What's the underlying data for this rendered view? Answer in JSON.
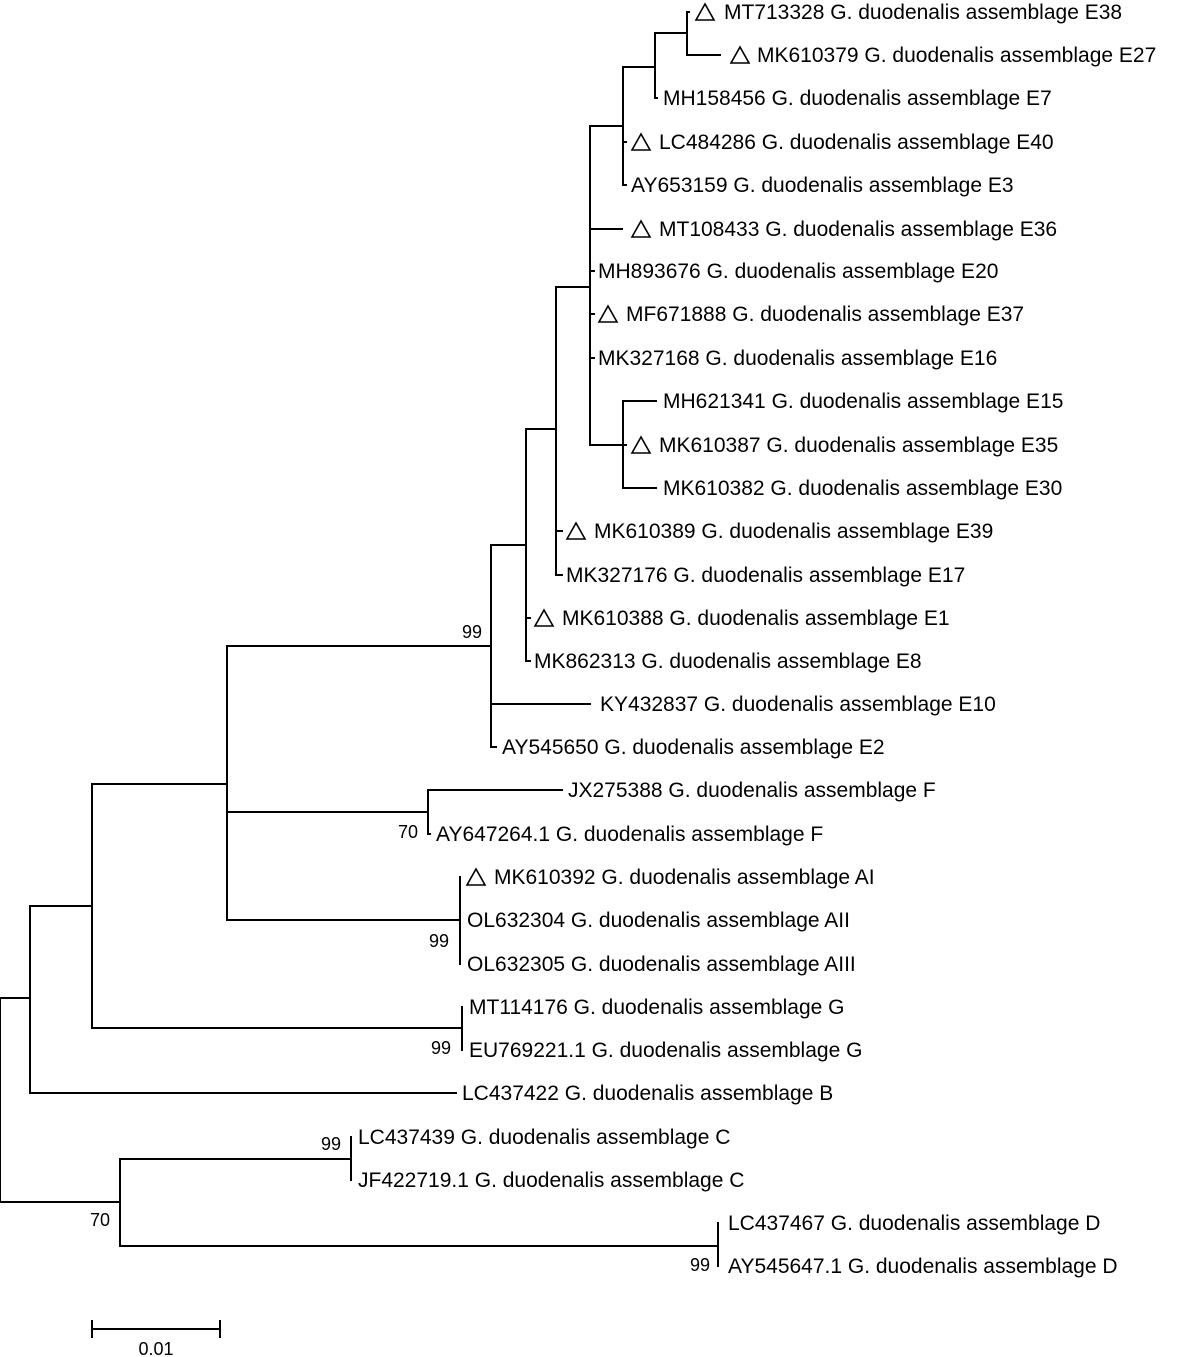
{
  "tree": {
    "taxa": [
      {
        "accession": "MT713328",
        "label": "MT713328 G. duodenalis assemblage E38",
        "novel": true
      },
      {
        "accession": "MK610379",
        "label": "MK610379 G. duodenalis assemblage E27",
        "novel": true
      },
      {
        "accession": "MH158456",
        "label": "MH158456 G. duodenalis assemblage E7",
        "novel": false
      },
      {
        "accession": "LC484286",
        "label": "LC484286 G. duodenalis assemblage E40",
        "novel": true
      },
      {
        "accession": "AY653159",
        "label": "AY653159 G. duodenalis assemblage E3",
        "novel": false
      },
      {
        "accession": "MT108433",
        "label": "MT108433 G. duodenalis assemblage E36",
        "novel": true
      },
      {
        "accession": "MH893676",
        "label": "MH893676 G. duodenalis assemblage E20",
        "novel": false
      },
      {
        "accession": "MF671888",
        "label": "MF671888 G. duodenalis assemblage E37",
        "novel": true
      },
      {
        "accession": "MK327168",
        "label": "MK327168 G. duodenalis assemblage E16",
        "novel": false
      },
      {
        "accession": "MH621341",
        "label": "MH621341 G. duodenalis assemblage E15",
        "novel": false
      },
      {
        "accession": "MK610387",
        "label": "MK610387 G. duodenalis assemblage E35",
        "novel": true
      },
      {
        "accession": "MK610382",
        "label": "MK610382 G. duodenalis assemblage E30",
        "novel": false
      },
      {
        "accession": "MK610389",
        "label": "MK610389 G. duodenalis assemblage E39",
        "novel": true
      },
      {
        "accession": "MK327176",
        "label": "MK327176 G. duodenalis assemblage E17",
        "novel": false
      },
      {
        "accession": "MK610388",
        "label": "MK610388 G. duodenalis assemblage E1",
        "novel": true
      },
      {
        "accession": "MK862313",
        "label": "MK862313 G. duodenalis assemblage E8",
        "novel": false
      },
      {
        "accession": "KY432837",
        "label": "KY432837 G. duodenalis assemblage E10",
        "novel": false
      },
      {
        "accession": "AY545650",
        "label": "AY545650 G. duodenalis assemblage E2",
        "novel": false
      },
      {
        "accession": "JX275388",
        "label": "JX275388 G. duodenalis assemblage F",
        "novel": false
      },
      {
        "accession": "AY647264.1",
        "label": "AY647264.1 G. duodenalis assemblage F",
        "novel": false
      },
      {
        "accession": "MK610392",
        "label": "MK610392 G. duodenalis assemblage AI",
        "novel": true
      },
      {
        "accession": "OL632304",
        "label": "OL632304 G. duodenalis assemblage AII",
        "novel": false
      },
      {
        "accession": "OL632305",
        "label": "OL632305 G. duodenalis assemblage AIII",
        "novel": false
      },
      {
        "accession": "MT114176",
        "label": "MT114176 G. duodenalis assemblage G",
        "novel": false
      },
      {
        "accession": "EU769221.1",
        "label": "EU769221.1 G. duodenalis assemblage G",
        "novel": false
      },
      {
        "accession": "LC437422",
        "label": "LC437422 G. duodenalis assemblage B",
        "novel": false
      },
      {
        "accession": "LC437439",
        "label": "LC437439 G. duodenalis assemblage C",
        "novel": false
      },
      {
        "accession": "JF422719.1",
        "label": "JF422719.1 G. duodenalis assemblage C",
        "novel": false
      },
      {
        "accession": "LC437467",
        "label": "LC437467 G. duodenalis assemblage D",
        "novel": false
      },
      {
        "accession": "AY545647.1",
        "label": "AY545647.1 G. duodenalis assemblage D",
        "novel": false
      }
    ],
    "support_values": [
      {
        "clade": "assemblage-E",
        "value": "99"
      },
      {
        "clade": "assemblage-F",
        "value": "70"
      },
      {
        "clade": "assemblage-A",
        "value": "99"
      },
      {
        "clade": "assemblage-G",
        "value": "99"
      },
      {
        "clade": "assemblage-C",
        "value": "99"
      },
      {
        "clade": "assemblages-C-D",
        "value": "70"
      },
      {
        "clade": "assemblage-D",
        "value": "99"
      }
    ],
    "scale_bar": {
      "label": "0.01",
      "length": 0.01
    },
    "marker_symbol": "open-triangle",
    "line_color": "#000000"
  }
}
